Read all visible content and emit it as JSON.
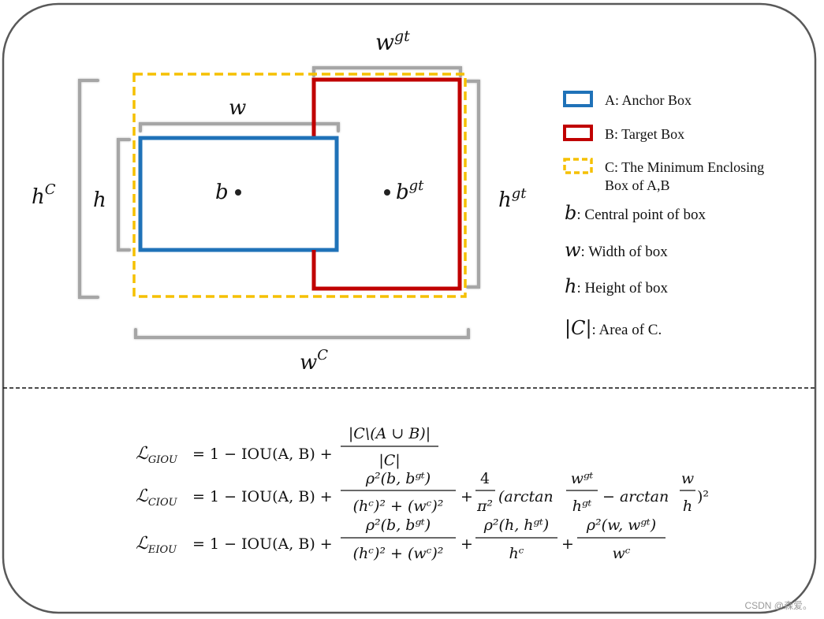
{
  "labels": {
    "w_gt": "w",
    "w_gt_sup": "gt",
    "w": "w",
    "h_c": "h",
    "h_c_sup": "C",
    "h": "h",
    "b": "b",
    "b_gt": "b",
    "b_gt_sup": "gt",
    "h_gt": "h",
    "h_gt_sup": "gt",
    "w_c": "w",
    "w_c_sup": "C"
  },
  "legend": {
    "anchor": "A: Anchor Box",
    "target": "B: Target Box",
    "enclosing_line1": "C: The Minimum Enclosing",
    "enclosing_line2": "Box of A,B",
    "b_sym": "b",
    "b_text": ": Central point of box",
    "w_sym": "w",
    "w_text": ": Width of box",
    "h_sym": "h",
    "h_text": ": Height of box",
    "c_sym": "|C|",
    "c_text": ": Area of C."
  },
  "colors": {
    "anchor": "#1f72b8",
    "target": "#c00000",
    "enclosing": "#f5c000",
    "bracket": "#a6a6a6",
    "border": "#595959"
  },
  "formulas": {
    "giou_lhs": "ℒ",
    "giou_sub": "GIOU",
    "ciou_lhs": "ℒ",
    "ciou_sub": "CIOU",
    "eiou_lhs": "ℒ",
    "eiou_sub": "EIOU",
    "eq_one_minus": "= 1 − IOU(A, B) +",
    "giou_num": "|C\\(A ∪ B)|",
    "giou_den": "|C|",
    "rho_num": "ρ²(b, bᵍᵗ)",
    "rho_den": "(hᶜ)² + (wᶜ)²",
    "ciou_plus": "+",
    "four": "4",
    "pi_sq": "π²",
    "arctan_open": "(arctan",
    "wgt": "wᵍᵗ",
    "hgt": "hᵍᵗ",
    "minus_arctan": "− arctan",
    "w_frac": "w",
    "h_frac": "h",
    "close_sq": ")²",
    "rho_h_num": "ρ²(h, hᵍᵗ)",
    "hc_den": "hᶜ",
    "rho_w_num": "ρ²(w, wᵍᵗ)",
    "wc_den": "wᶜ"
  },
  "watermark": "CSDN @森爱。"
}
